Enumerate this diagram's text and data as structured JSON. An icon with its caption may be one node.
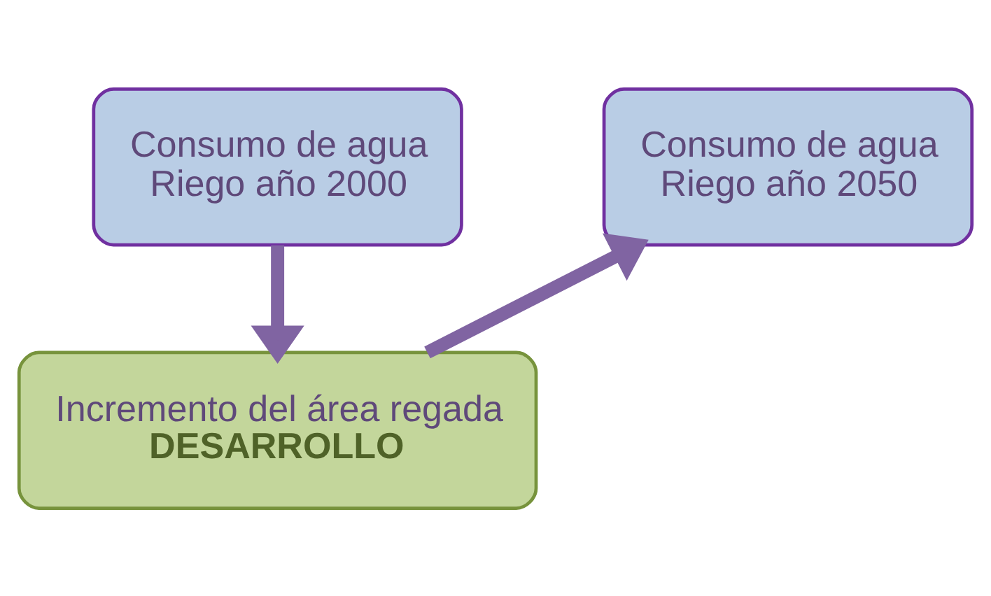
{
  "diagram": {
    "nodes": [
      {
        "text": [
          "Consumo de agua",
          "Riego año 2000"
        ]
      },
      {
        "text": [
          "Consumo de agua",
          "Riego año 2050"
        ]
      },
      {
        "text": [
          "Incremento del área regada",
          "DESARROLLO"
        ]
      }
    ],
    "edges": [
      {
        "from": 0,
        "to": 2,
        "arrow": "to"
      },
      {
        "from": 2,
        "to": 1,
        "arrow": "to"
      }
    ]
  }
}
